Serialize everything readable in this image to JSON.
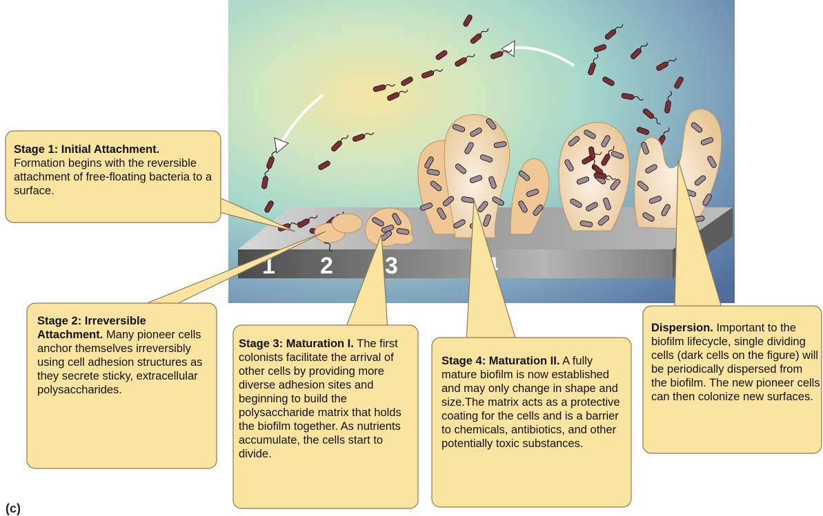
{
  "stage_numbers": [
    "1",
    "2",
    "3",
    "4"
  ],
  "callouts": {
    "stage1": {
      "title": "Stage 1: Initial Attachment.",
      "text": "Formation begins with the reversible attachment of free-floating bacteria to a surface."
    },
    "stage2": {
      "title": "Stage 2: Irreversible Attachment.",
      "text": "Many pioneer cells anchor themselves irreversibly using cell adhesion structures as they secrete sticky, extracellular polysaccharides."
    },
    "stage3": {
      "title": "Stage 3: Maturation I.",
      "text": "The first colonists facilitate the arrival of other cells by providing more diverse adhesion sites and beginning to build the polysaccharide matrix that holds the biofilm together. As nutrients accumulate, the cells start to divide."
    },
    "stage4": {
      "title": "Stage 4: Maturation II.",
      "text": "A fully mature biofilm is now established and may only change in shape and size.The matrix acts as a protective coating for the cells and is a barrier to chemicals, antibiotics, and other potentially toxic substances."
    },
    "dispersion": {
      "title": "Dispersion.",
      "text": "Important to the biofilm lifecycle, single dividing cells (dark cells on the figure) will be periodically dispersed from the biofilm. The new pioneer cells can then colonize new surfaces."
    }
  },
  "corner_label": "(c)",
  "colors": {
    "callout_fill": "#fbe4a0",
    "callout_stroke": "#8a7a55",
    "matrix_fill": "#efc896",
    "matrix_stroke": "#b89468",
    "dark_cell": "#7a2f35",
    "mature_cell": "#9a8d93",
    "surface_top": "#bcbcbc",
    "surface_front": "#6b6b6b",
    "background_warm": "#f4e7a6",
    "background_cool": "#55739f"
  }
}
